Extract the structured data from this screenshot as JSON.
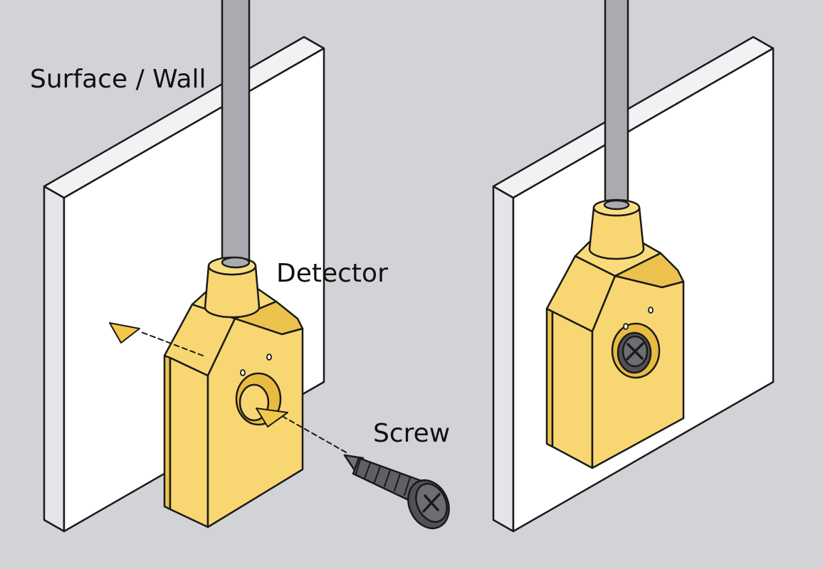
{
  "labels": {
    "wall": "Surface / Wall",
    "detector": "Detector",
    "screw": "Screw"
  },
  "colors": {
    "background": "#d2d3d7",
    "wall": "#ffffff",
    "detector_body": "#f8d671",
    "detector_edge": "#ecc24d",
    "cable": "#a9abb0",
    "screw": "#5e6064",
    "arrow": "#f2c84b",
    "outline": "#1a1a1a"
  },
  "icons": {
    "arrow": "direction-arrow-icon",
    "screw_head": "phillips-screw-head-icon"
  }
}
